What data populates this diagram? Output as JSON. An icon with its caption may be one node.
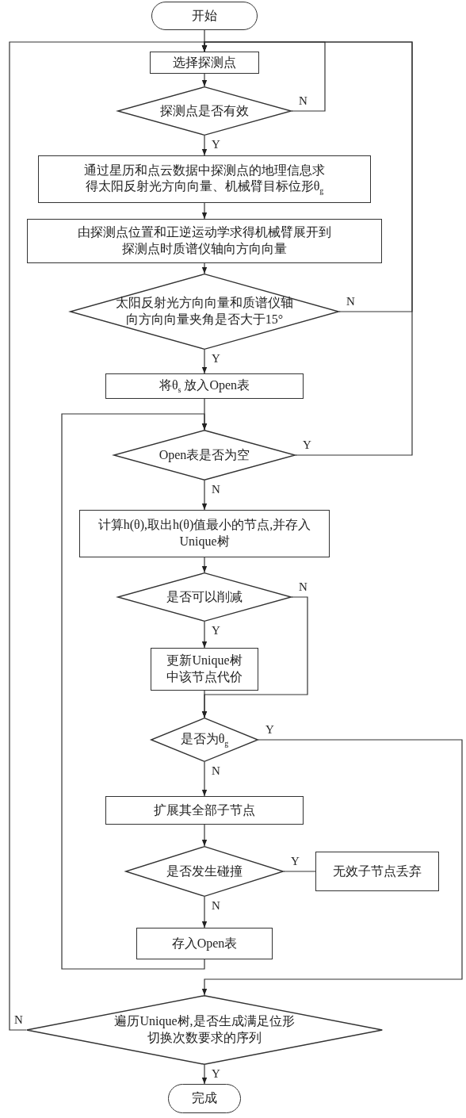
{
  "diagram": {
    "nodes": [
      {
        "text": [
          "开始"
        ]
      },
      {
        "text": [
          "选择探测点"
        ]
      },
      {
        "text": [
          "探测点是否有效"
        ]
      },
      {
        "text": [
          "通过星历和点云数据中探测点的地理信息求得太阳反射光方向向量、机械臂目标位形θ$_{g}$"
        ]
      },
      {
        "text": [
          "由探测点位置和正逆运动学求得机械臂展开到探测点时质谱仪轴向方向向量"
        ]
      },
      {
        "text": [
          "太阳反射光方向向量和质谱仪轴向方向向量夹角是否大于15°"
        ]
      },
      {
        "text": [
          "将θ$_{s}$ 放入Open表"
        ]
      },
      {
        "text": [
          "Open表是否为空"
        ]
      },
      {
        "text": [
          "计算h(θ),取出h(θ)值最小的节点,并存入Unique树"
        ]
      },
      {
        "text": [
          "是否可以削减"
        ]
      },
      {
        "text": [
          "更新Unique树中该节点代价"
        ]
      },
      {
        "text": [
          "是否为θ$_{g}$"
        ]
      },
      {
        "text": [
          "扩展其全部子节点"
        ]
      },
      {
        "text": [
          "是否发生碰撞"
        ]
      },
      {
        "text": [
          "无效子节点丢弃"
        ]
      },
      {
        "text": [
          "存入Open表"
        ]
      },
      {
        "text": [
          "遍历Unique树,是否生成满足位形切换次数要求的序列"
        ]
      },
      {
        "text": [
          "完成"
        ]
      }
    ],
    "edges": [
      {
        "from": 0,
        "to": 1,
        "arrow": "to"
      },
      {
        "from": 1,
        "to": 2,
        "arrow": "to"
      },
      {
        "from": 2,
        "to": 1,
        "arrow": "to",
        "label": "N"
      },
      {
        "from": 2,
        "to": 3,
        "arrow": "to",
        "label": "Y"
      },
      {
        "from": 3,
        "to": 4,
        "arrow": "to"
      },
      {
        "from": 4,
        "to": 5,
        "arrow": "to"
      },
      {
        "from": 5,
        "to": 1,
        "arrow": "to",
        "label": "N"
      },
      {
        "from": 5,
        "to": 6,
        "arrow": "to",
        "label": "Y"
      },
      {
        "from": 6,
        "to": 7,
        "arrow": "to"
      },
      {
        "from": 7,
        "to": 1,
        "arrow": "to",
        "label": "Y"
      },
      {
        "from": 7,
        "to": 8,
        "arrow": "to",
        "label": "N"
      },
      {
        "from": 8,
        "to": 9,
        "arrow": "to"
      },
      {
        "from": 9,
        "to": 10,
        "arrow": "to",
        "label": "Y"
      },
      {
        "from": 9,
        "to": 11,
        "arrow": "to",
        "label": "N"
      },
      {
        "from": 10,
        "to": 11,
        "arrow": "to"
      },
      {
        "from": 11,
        "to": 16,
        "arrow": "to",
        "label": "Y"
      },
      {
        "from": 11,
        "to": 12,
        "arrow": "to",
        "label": "N"
      },
      {
        "from": 12,
        "to": 13,
        "arrow": "to"
      },
      {
        "from": 13,
        "to": 14,
        "arrow": "none",
        "label": "Y"
      },
      {
        "from": 13,
        "to": 15,
        "arrow": "to",
        "label": "N"
      },
      {
        "from": 15,
        "to": 7,
        "arrow": "to"
      },
      {
        "from": 16,
        "to": 1,
        "arrow": "to",
        "label": "N"
      },
      {
        "from": 16,
        "to": 17,
        "arrow": "to",
        "label": "Y"
      }
    ]
  }
}
